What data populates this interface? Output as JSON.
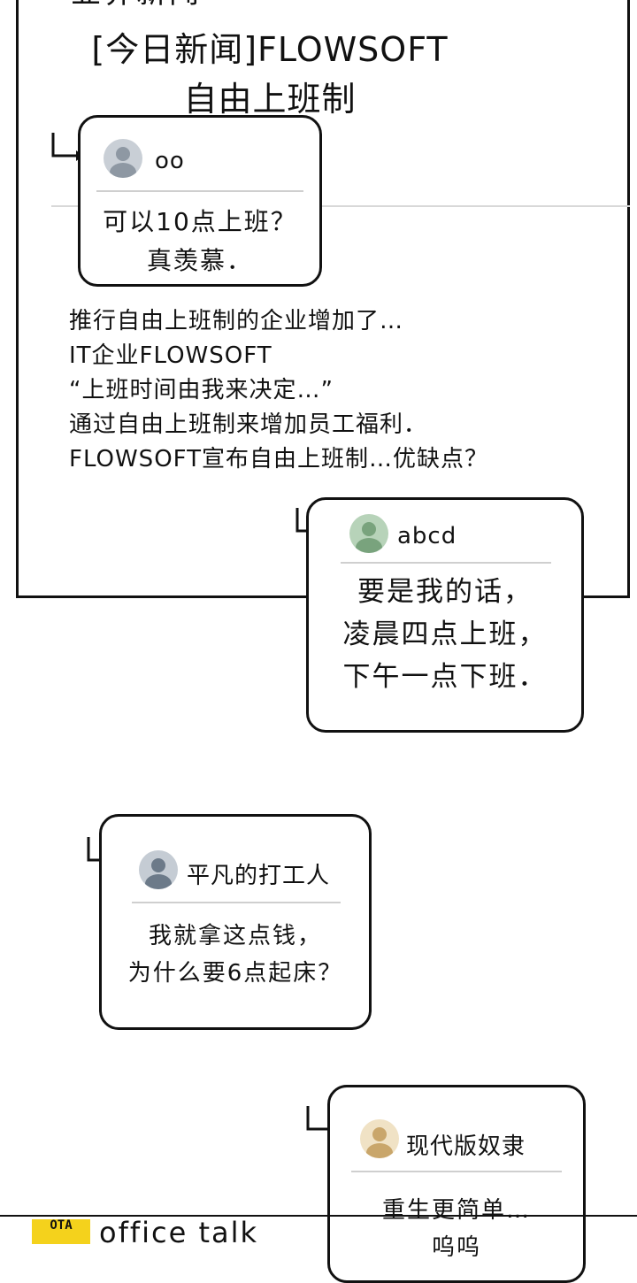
{
  "news": {
    "cut_heading": "业界新闻",
    "headline_line1": "[今日新闻]FLOWSOFT",
    "headline_line2": "自由上班制",
    "article_lines": [
      "推行自由上班制的企业增加了…",
      "IT企业FLOWSOFT",
      "“上班时间由我来决定…”",
      " 通过自由上班制来增加员工福利．",
      "FLOWSOFT宣布自由上班制…优缺点？"
    ]
  },
  "comments": [
    {
      "username": "oo",
      "avatar_color": "#8e98a3",
      "lines": [
        "可以10点上班？",
        "真羡慕．"
      ]
    },
    {
      "username": "abcd",
      "avatar_color": "#79a37d",
      "lines": [
        "要是我的话，",
        "凌晨四点上班，",
        "下午一点下班．"
      ]
    },
    {
      "username": "平凡的打工人",
      "avatar_color": "#6c7a89",
      "lines": [
        "我就拿这点钱，",
        "为什么要6点起床？"
      ]
    },
    {
      "username": "现代版奴隶",
      "avatar_color": "#c9a66b",
      "lines": [
        "重生更简单…",
        "呜呜"
      ]
    }
  ],
  "icons": {
    "reply_arrow": "reply-arrow-icon",
    "avatar": "user-avatar-icon"
  },
  "footer": {
    "logo_badge": "OTA",
    "logo_text": "office talk",
    "badge_color": "#f4d21c"
  }
}
